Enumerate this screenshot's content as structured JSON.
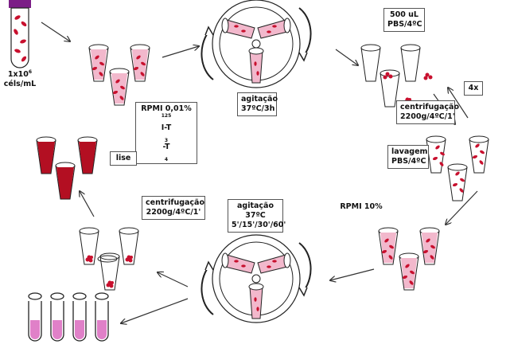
{
  "labels": {
    "cell_density": [
      "1x10",
      "6",
      "céls/mL"
    ],
    "rpmi_iodine": [
      "RPMI 0,01%",
      "125",
      "I-T",
      "3",
      " -T",
      "4"
    ],
    "agitation_1": [
      "agitação",
      "37ºC/3h"
    ],
    "pbs_500": [
      "500 uL",
      "PBS/4ºC"
    ],
    "repeat": "4x",
    "centrifugation_1": [
      "centrifugação",
      "2200g/4ºC/1'"
    ],
    "wash": [
      "lavagem",
      "PBS/4ºC"
    ],
    "rpmi_10": "RPMI 10%",
    "agitation_2": [
      "agitação",
      "37ºC",
      "5'/15'/30'/60'"
    ],
    "centrifugation_2": [
      "centrifugação",
      "2200g/4ºC/1'"
    ],
    "lysis": "lise"
  },
  "colors": {
    "blood_red": "#c8102e",
    "dark_red": "#b30f22",
    "pink": "#f2b8cc",
    "light_pink": "#f7d3df",
    "magenta": "#e080c8",
    "cap_purple": "#7b1d86"
  }
}
